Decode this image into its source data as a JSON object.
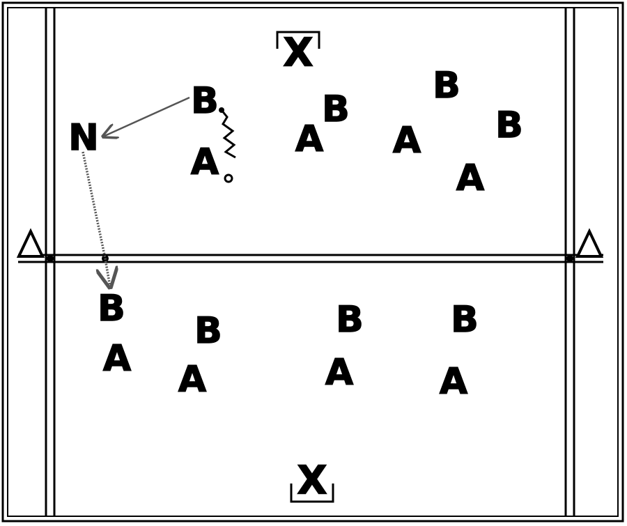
{
  "diagram": {
    "type": "volleyball-court-drill",
    "colors": {
      "line": "#000000",
      "background": "#ffffff",
      "arrow": "#555555"
    },
    "labels": {
      "x_top": "X",
      "x_bottom": "X",
      "n": "N",
      "b_pass": "B",
      "a_receive": "A",
      "top_a1": "A",
      "top_b1": "B",
      "top_a2": "A",
      "top_b2": "B",
      "top_b3": "B",
      "top_a3": "A",
      "bot_b1": "B",
      "bot_a1": "A",
      "bot_b2": "B",
      "bot_a2": "A",
      "bot_b3": "B",
      "bot_a3": "A",
      "bot_b4": "B",
      "bot_a4": "A"
    },
    "icons": [
      "antenna-left-icon",
      "antenna-right-icon",
      "ball-icon"
    ]
  }
}
